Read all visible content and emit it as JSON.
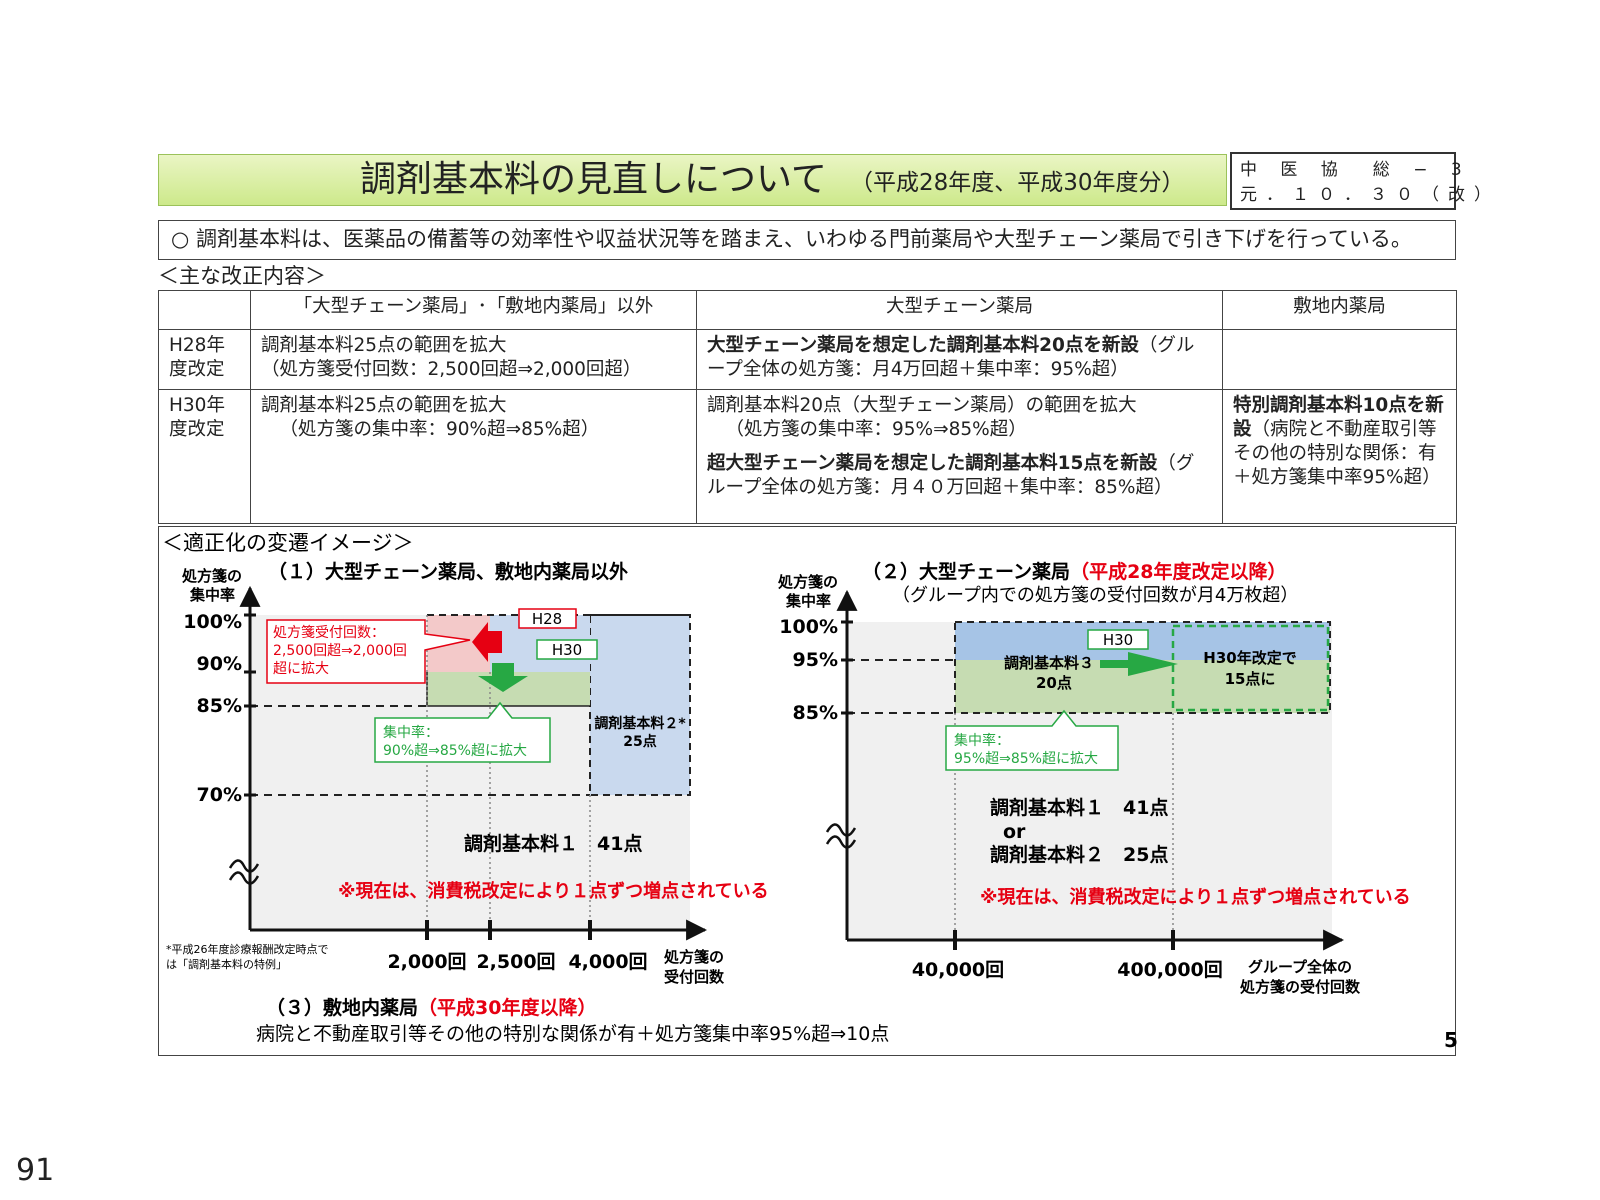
{
  "header": {
    "title": "調剤基本料の見直しについて",
    "subtitle": "（平成28年度、平成30年度分）",
    "doc_ref_line1": "中 医 協　総 − 3",
    "doc_ref_line2": "元．１０．３０（改）"
  },
  "summary": "○ 調剤基本料は、医薬品の備蓄等の効率性や収益状況等を踏まえ、いわゆる門前薬局や大型チェーン薬局で引き下げを行っている。",
  "main_section_label": "＜主な改正内容＞",
  "table": {
    "headers": [
      "",
      "「大型チェーン薬局」･「敷地内薬局」以外",
      "大型チェーン薬局",
      "敷地内薬局"
    ],
    "h28": {
      "label1": "H28年",
      "label2": "度改定",
      "col1_line1": "調剤基本料25点の範囲を拡大",
      "col1_line2": "（処方箋受付回数：2,500回超⇒2,000回超）",
      "col2_bold": "大型チェーン薬局を想定した調剤基本料20点を新設",
      "col2_rest": "（グループ全体の処方箋：月4万回超＋集中率：95%超）",
      "col3": ""
    },
    "h30": {
      "label1": "H30年",
      "label2": "度改定",
      "col1_line1": "調剤基本料25点の範囲を拡大",
      "col1_line2": "（処方箋の集中率：90%超⇒85%超）",
      "col2_line1": "調剤基本料20点（大型チェーン薬局）の範囲を拡大",
      "col2_line2": "（処方箋の集中率：95%⇒85%超）",
      "col2_bold": "超大型チェーン薬局を想定した調剤基本料15点を新設",
      "col2_rest": "（グループ全体の処方箋：月４０万回超＋集中率：85%超）",
      "col3_bold": "特別調剤基本料10点を新設",
      "col3_rest": "（病院と不動産取引等その他の特別な関係：有＋処方箋集中率95%超）"
    }
  },
  "image_section_label": "＜適正化の変遷イメージ＞",
  "left_chart": {
    "title": "（１）大型チェーン薬局、敷地内薬局以外",
    "ylabel1": "処方箋の",
    "ylabel2": "集中率",
    "yticks": [
      "100%",
      "90%",
      "85%",
      "70%"
    ],
    "xticks": [
      "2,000回",
      "2,500回",
      "4,000回"
    ],
    "xlabel1": "処方箋の",
    "xlabel2": "受付回数",
    "tag_h28": "H28",
    "tag_h30": "H30",
    "callout_red_1": "処方箋受付回数：",
    "callout_red_2": "2,500回超⇒2,000回",
    "callout_red_3": "超に拡大",
    "callout_green_1": "集中率：",
    "callout_green_2": "90%超⇒85%超に拡大",
    "region2_1": "調剤基本料２*",
    "region2_2": "25点",
    "region1": "調剤基本料１　41点",
    "note": "※現在は、消費税改定により１点ずつ増点されている",
    "footnote1": "*平成26年度診療報酬改定時点で",
    "footnote2": "は「調剤基本料の特例」"
  },
  "right_chart": {
    "title_black": "（２）大型チェーン薬局",
    "title_red": "（平成28年度改定以降）",
    "subtitle": "（グループ内での処方箋の受付回数が月4万枚超）",
    "ylabel1": "処方箋の",
    "ylabel2": "集中率",
    "yticks": [
      "100%",
      "95%",
      "85%"
    ],
    "xticks": [
      "40,000回",
      "400,000回"
    ],
    "xlabel1": "グループ全体の",
    "xlabel2": "処方箋の受付回数",
    "tag_h30": "H30",
    "region3_1": "調剤基本料３",
    "region3_2": "20点",
    "region15_1": "H30年改定で",
    "region15_2": "15点に",
    "callout_green_1": "集中率：",
    "callout_green_2": "95%超⇒85%超に拡大",
    "region1_1": "調剤基本料１　41点",
    "region1_or": "or",
    "region1_2": "調剤基本料２　25点",
    "note": "※現在は、消費税改定により１点ずつ増点されている"
  },
  "bottom": {
    "title_black": "（３）敷地内薬局",
    "title_red": "（平成30年度以降）",
    "text": "病院と不動産取引等その他の特別な関係が有＋処方箋集中率95%超⇒10点"
  },
  "slide_number": "5",
  "page_number": "91",
  "colors": {
    "red": "#e60012",
    "green": "#27a844",
    "blue_fill": "#c9d9ee",
    "green_fill": "#c6dcb2",
    "gray_fill": "#f0f0f0",
    "title_green": "#cde98b"
  }
}
